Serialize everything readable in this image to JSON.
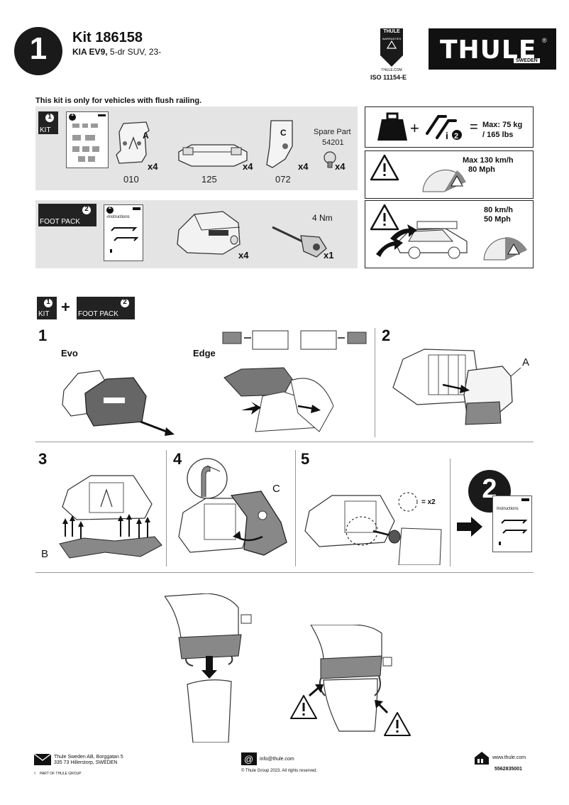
{
  "header": {
    "step_number": "1",
    "kit_title": "Kit 186158",
    "vehicle_bold": "KIA EV9,",
    "vehicle_rest": " 5-dr SUV, 23-",
    "iso": "ISO 11154-E",
    "seal_top": "THULE",
    "seal_mid": "WARRANTIES",
    "seal_bottom": "THULE.COM",
    "logo_text": "THULE",
    "logo_sub": "SWEDEN",
    "logo_reg": "®"
  },
  "notice": "This kit is only for vehicles with flush railing.",
  "kit_panel": {
    "badge_num": "1",
    "badge_label": "KIT",
    "booklet_num": "1",
    "parts": [
      {
        "qty": "x4",
        "code": "010",
        "letter": "A"
      },
      {
        "qty": "x4",
        "code": "125",
        "letter": ""
      },
      {
        "qty": "x4",
        "code": "072",
        "letter": "C"
      },
      {
        "qty": "x4",
        "code": "",
        "letter": ""
      }
    ],
    "spare_label": "Spare Part",
    "spare_code": "54201"
  },
  "foot_panel": {
    "badge_num": "2",
    "badge_label": "FOOT PACK",
    "booklet_num": "2",
    "booklet_text": "›Instructions",
    "foot_qty": "x4",
    "torque": "4 Nm",
    "tool_qty": "x1"
  },
  "load_box": {
    "max_kg": "Max: 75 kg",
    "max_lbs": "/ 165 lbs",
    "plus": "+",
    "equals": "="
  },
  "speed_box": {
    "line1": "Max  130 km/h",
    "line2": "80 Mph"
  },
  "speed_box2": {
    "line1": "80 km/h",
    "line2": "50 Mph"
  },
  "combo": {
    "kit_label": "KIT",
    "kit_num": "1",
    "plus": "+",
    "foot_label": "FOOT PACK",
    "foot_num": "2"
  },
  "steps": {
    "s1": "1",
    "evo": "Evo",
    "edge": "Edge",
    "s2": "2",
    "label_a": "A",
    "s3": "3",
    "label_b": "B",
    "s4": "4",
    "label_c": "C",
    "s5": "5",
    "x2": "= x2",
    "next_num": "2",
    "next_instr": "Instructions"
  },
  "footer": {
    "address1": "Thule Sweden AB, Borggatan 5",
    "address2": "335 73 Hillerstorp, SWEDEN",
    "part_of": "PART OF THULE GROUP",
    "email": "info@thule.com",
    "copyright": "© Thule Group 2023. All rights reserved.",
    "web": "www.thule.com",
    "doc_number": "5562835001"
  }
}
